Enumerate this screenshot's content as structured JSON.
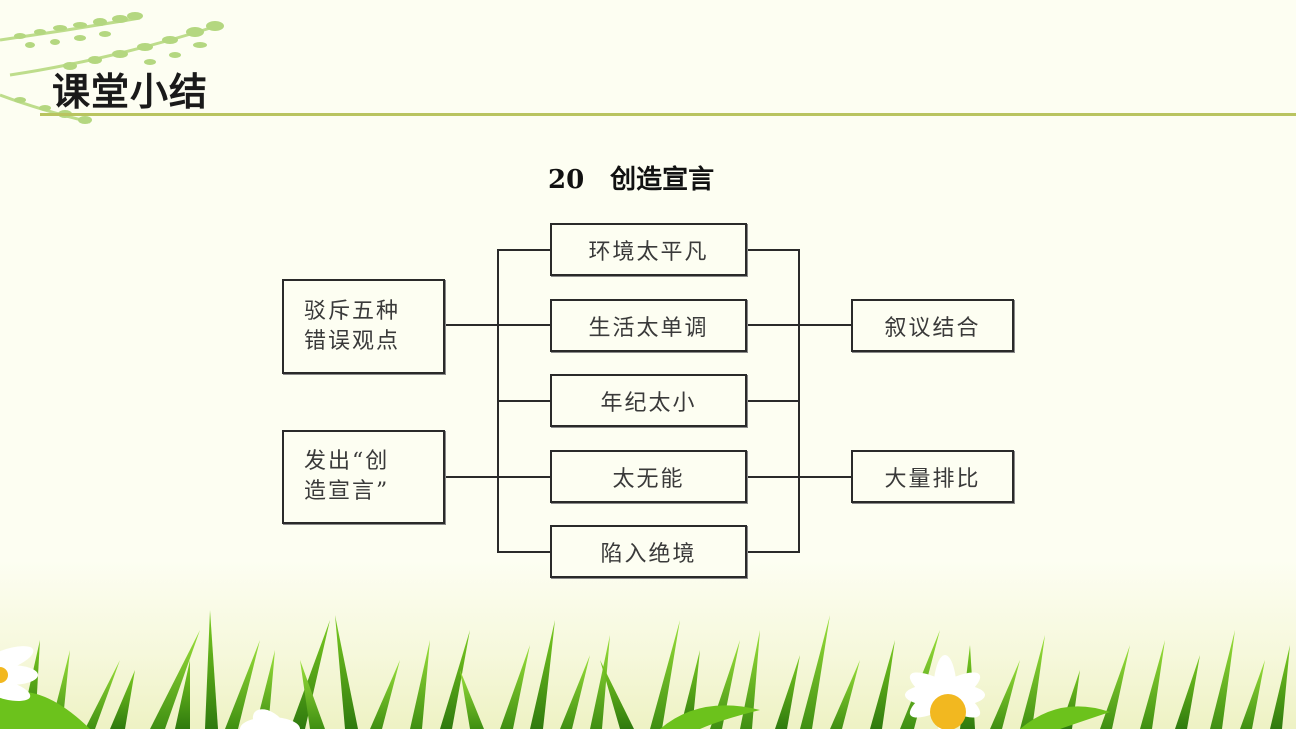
{
  "header": {
    "title": "课堂小结",
    "rule_color": "#b9c460"
  },
  "diagram": {
    "title": "20　创造宣言",
    "left_nodes": [
      {
        "line1": "驳斥五种",
        "line2": "错误观点"
      },
      {
        "line1": "发出“创",
        "line2": "造宣言”"
      }
    ],
    "middle_nodes": [
      {
        "label": "环境太平凡"
      },
      {
        "label": "生活太单调"
      },
      {
        "label": "年纪太小"
      },
      {
        "label": "太无能"
      },
      {
        "label": "陷入绝境"
      }
    ],
    "right_nodes": [
      {
        "label": "叙议结合"
      },
      {
        "label": "大量排比"
      }
    ]
  },
  "decor": {
    "background_color": "#fdfef2",
    "grass_color": "#7ccc22",
    "grass_dark_color": "#4e9a14",
    "flower_petal_color": "#ffffff",
    "flower_center_color": "#f2b820"
  }
}
